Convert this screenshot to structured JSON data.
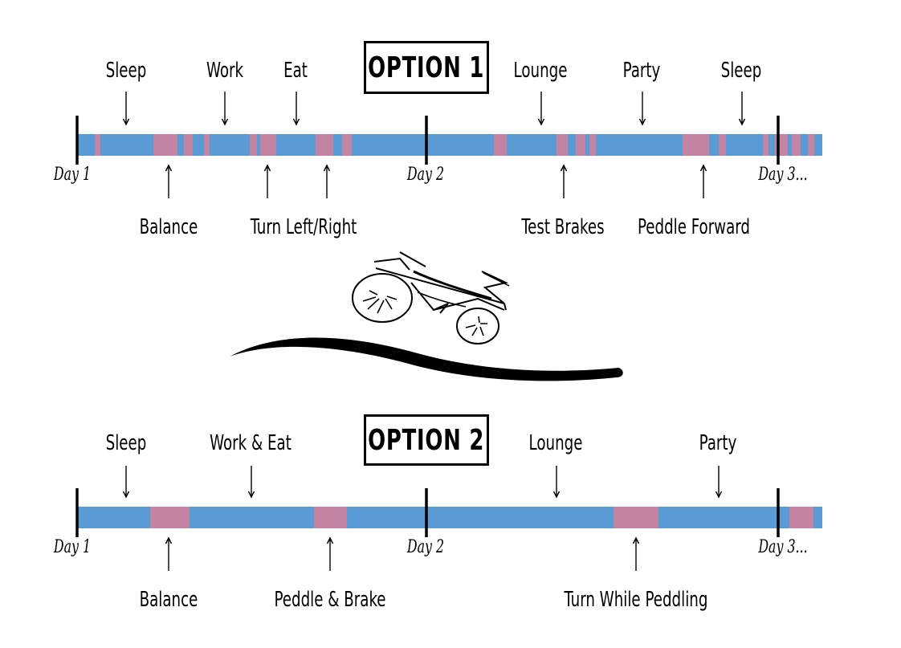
{
  "colors": {
    "bar": "#5b9bd5",
    "practice": "#c384a4",
    "ink": "#000000"
  },
  "option1": {
    "title": "OPTION 1",
    "days": [
      "Day 1",
      "Day 2",
      "Day 3..."
    ],
    "top_labels": [
      "Sleep",
      "Work",
      "Eat",
      "Lounge",
      "Party",
      "Sleep"
    ],
    "bottom_labels": [
      "Balance",
      "Turn Left/Right",
      "Test Brakes",
      "Peddle Forward"
    ]
  },
  "option2": {
    "title": "OPTION 2",
    "days": [
      "Day 1",
      "Day 2",
      "Day 3..."
    ],
    "top_labels": [
      "Sleep",
      "Work & Eat",
      "Lounge",
      "Party"
    ],
    "bottom_labels": [
      "Balance",
      "Peddle & Brake",
      "Turn While Peddling"
    ]
  },
  "illustration": {
    "icon": "bicycle-rider-sketch-icon"
  }
}
